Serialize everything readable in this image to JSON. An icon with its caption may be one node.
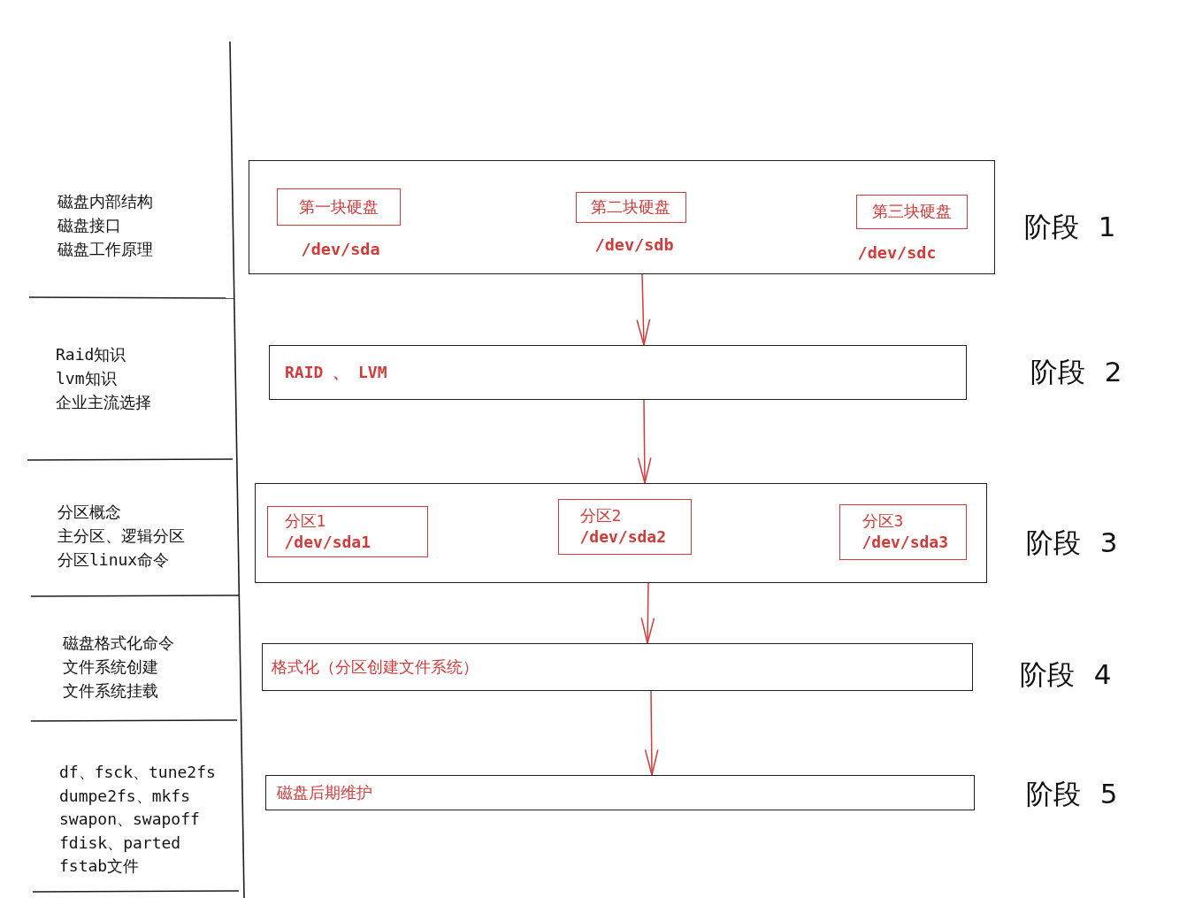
{
  "diagram": {
    "nodes": [
      {
        "text": [],
        "shape": "box",
        "beside": [
          "阶段 1"
        ]
      },
      {
        "text": [
          "第一块硬盘"
        ],
        "in": 0,
        "beside": [
          "/dev/sda"
        ]
      },
      {
        "text": [
          "第二块硬盘"
        ],
        "in": 0,
        "beside": [
          "/dev/sdb"
        ]
      },
      {
        "text": [
          "第三块硬盘"
        ],
        "in": 0,
        "beside": [
          "/dev/sdc"
        ]
      },
      {
        "text": [
          "RAID 、 LVM"
        ],
        "beside": [
          "阶段 2"
        ]
      },
      {
        "text": [],
        "shape": "box",
        "beside": [
          "阶段 3"
        ]
      },
      {
        "text": [
          "分区1",
          "/dev/sda1"
        ],
        "in": 5
      },
      {
        "text": [
          "分区2",
          "/dev/sda2"
        ],
        "in": 5
      },
      {
        "text": [
          "分区3",
          "/dev/sda3"
        ],
        "in": 5
      },
      {
        "text": [
          "格式化（分区创建文件系统）"
        ],
        "beside": [
          "阶段 4"
        ]
      },
      {
        "text": [
          "磁盘后期维护"
        ],
        "beside": [
          "阶段 5"
        ]
      }
    ],
    "edges": [
      {
        "from": 0,
        "to": 4,
        "arrow": "to"
      },
      {
        "from": 4,
        "to": 5,
        "arrow": "to"
      },
      {
        "from": 5,
        "to": 9,
        "arrow": "to"
      },
      {
        "from": 9,
        "to": 10,
        "arrow": "to"
      }
    ],
    "labels": [
      "磁盘内部结构",
      "磁盘接口",
      "磁盘工作原理",
      "Raid知识",
      "lvm知识",
      "企业主流选择",
      "分区概念",
      "主分区、逻辑分区",
      "分区linux命令",
      "磁盘格式化命令",
      "文件系统创建",
      "文件系统挂载",
      "df、fsck、tune2fs",
      "dumpe2fs、mkfs",
      "swapon、swapoff",
      "fdisk、parted",
      "fstab文件"
    ]
  }
}
